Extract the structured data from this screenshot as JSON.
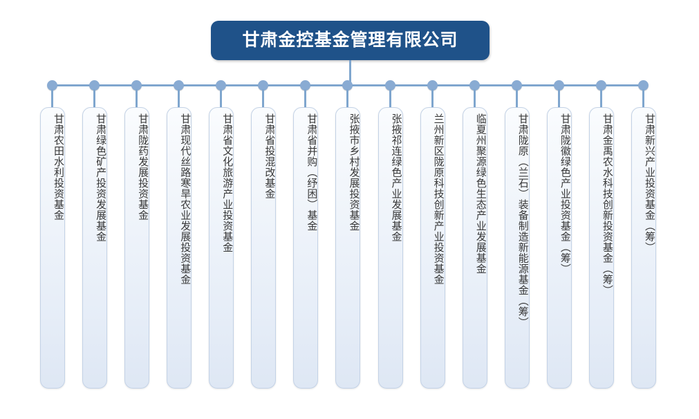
{
  "chart_data": {
    "type": "diagram",
    "diagram_type": "organization-tree",
    "orientation": "top-down, single level, vertical CJK leaf labels",
    "title": "甘肃金控基金管理有限公司",
    "root": {
      "label": "甘肃金控基金管理有限公司",
      "fill_color": "#1F5289",
      "text_color": "#FFFFFF"
    },
    "connector_color": "#7FA6CE",
    "node_dot_color": "#89ABD3",
    "leaf_fill_gradient": [
      "#FAFCFE",
      "#DEE7F4"
    ],
    "leaf_border_color": "#C3D2E6",
    "leaf_text_color": "#383838",
    "background_color": "#FFFFFF",
    "leaf_count": 15,
    "children": [
      "甘肃农田水利投资基金",
      "甘肃绿色矿产投资发展基金",
      "甘肃陇药发展投资基金",
      "甘肃现代丝路寒旱农业发展投资基金",
      "甘肃省文化旅游产业投资基金",
      "甘肃省投混改基金",
      "甘肃省并购（纾困）基金",
      "张掖市乡村发展投资基金",
      "张掖祁连绿色产业发展基金",
      "兰州新区陇原科技创新产业投资基金",
      "临夏州聚源绿色生态产业发展基金",
      "甘肃陇原（兰石）装备制造新能源基金（筹）",
      "甘肃陇徽绿色产业投资基金（筹）",
      "甘肃金禹农水科技创新投资基金（筹）",
      "甘肃新兴产业投资基金（筹）"
    ]
  },
  "root": {
    "label": "甘肃金控基金管理有限公司"
  },
  "leaves": [
    {
      "label": "甘肃农田水利投资基金"
    },
    {
      "label": "甘肃绿色矿产投资发展基金"
    },
    {
      "label": "甘肃陇药发展投资基金"
    },
    {
      "label": "甘肃现代丝路寒旱农业发展投资基金"
    },
    {
      "label": "甘肃省文化旅游产业投资基金"
    },
    {
      "label": "甘肃省投混改基金"
    },
    {
      "label": "甘肃省并购（纾困）基金"
    },
    {
      "label": "张掖市乡村发展投资基金"
    },
    {
      "label": "张掖祁连绿色产业发展基金"
    },
    {
      "label": "兰州新区陇原科技创新产业投资基金"
    },
    {
      "label": "临夏州聚源绿色生态产业发展基金"
    },
    {
      "label": "甘肃陇原（兰石）装备制造新能源基金（筹）"
    },
    {
      "label": "甘肃陇徽绿色产业投资基金（筹）"
    },
    {
      "label": "甘肃金禹农水科技创新投资基金（筹）"
    },
    {
      "label": "甘肃新兴产业投资基金（筹）"
    }
  ]
}
